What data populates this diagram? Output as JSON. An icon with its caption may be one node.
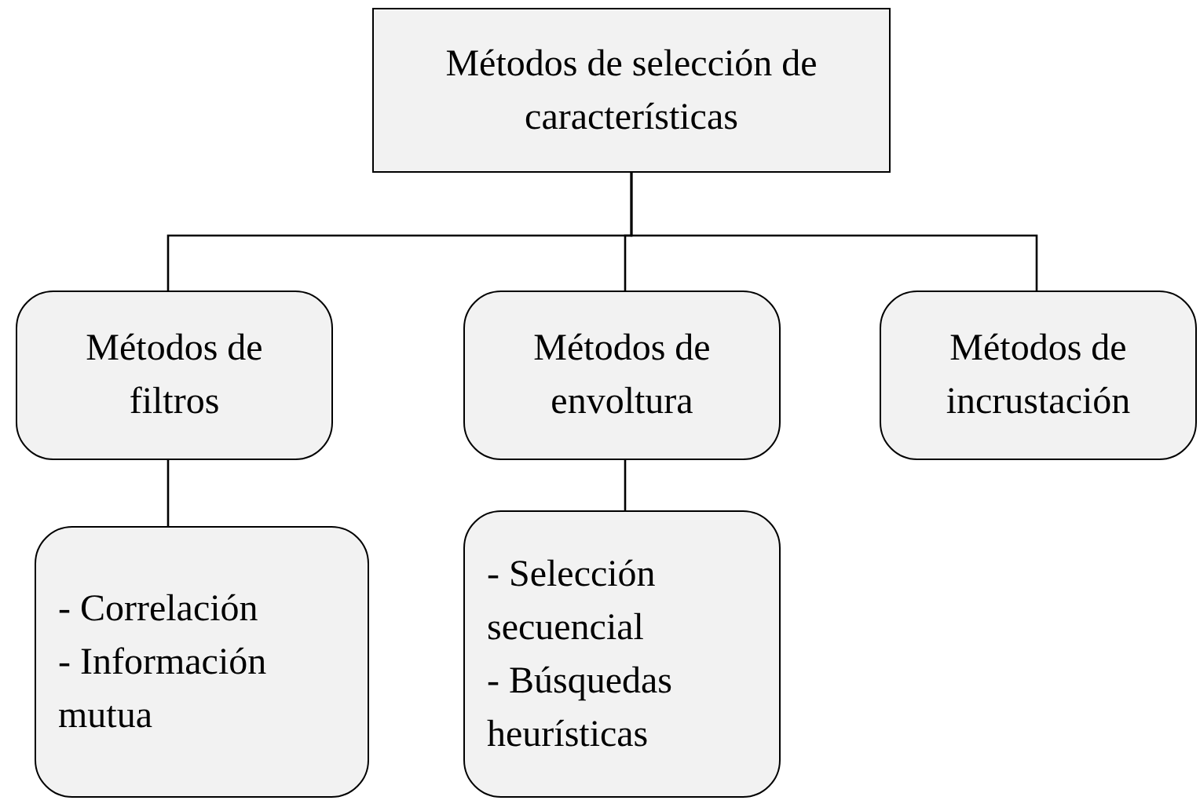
{
  "diagram": {
    "nodes": [
      {
        "text": [
          "Métodos de selección de características"
        ]
      },
      {
        "text": [
          "Métodos de filtros"
        ]
      },
      {
        "text": [
          "Métodos de envoltura"
        ]
      },
      {
        "text": [
          "Métodos de incrustación"
        ]
      },
      {
        "text": [
          "- Correlación",
          "- Información mutua"
        ]
      },
      {
        "text": [
          "- Selección secuencial",
          "- Búsquedas heurísticas"
        ]
      }
    ],
    "edges": [
      {
        "from": 0,
        "to": 1,
        "arrow": "none"
      },
      {
        "from": 0,
        "to": 2,
        "arrow": "none"
      },
      {
        "from": 0,
        "to": 3,
        "arrow": "none"
      },
      {
        "from": 1,
        "to": 4,
        "arrow": "none"
      },
      {
        "from": 2,
        "to": 5,
        "arrow": "none"
      }
    ]
  }
}
